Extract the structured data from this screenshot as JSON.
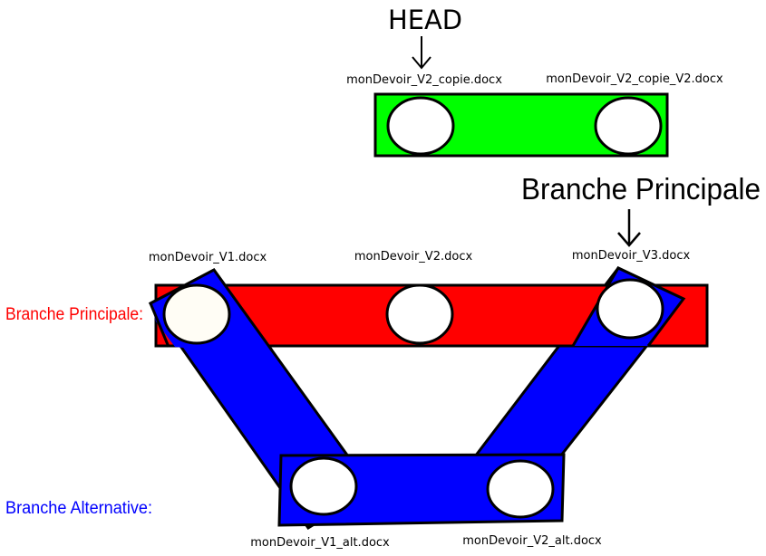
{
  "labels": {
    "head": "HEAD",
    "branch_principale_top": "Branche Principale",
    "branch_principale_left": "Branche Principale:",
    "branch_alternative_left": "Branche Alternative:"
  },
  "files": {
    "copie": "monDevoir_V2_copie.docx",
    "copie_v2": "monDevoir_V2_copie_V2.docx",
    "v1": "monDevoir_V1.docx",
    "v2": "monDevoir_V2.docx",
    "v3": "monDevoir_V3.docx",
    "v1_alt": "monDevoir_V1_alt.docx",
    "v2_alt": "monDevoir_V2_alt.docx"
  },
  "colors": {
    "green_branch": "#00ff00",
    "red_branch": "#ff0000",
    "blue_branch": "#0000ff",
    "red_label": "#ff0000",
    "blue_label": "#0000ff",
    "node_fill": "#ffffff",
    "node_fill_v1": "#fffdf5",
    "stroke": "#000000"
  }
}
